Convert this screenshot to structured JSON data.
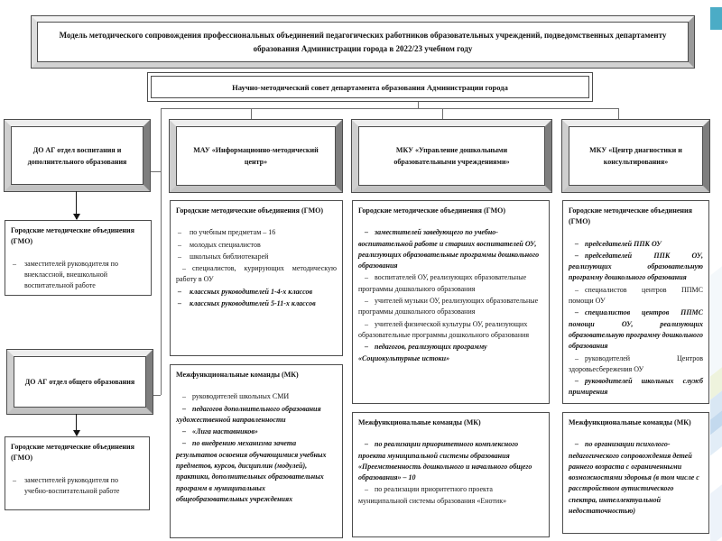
{
  "accent": {
    "teal_square": "#4BACC6"
  },
  "banner": {
    "title": "Модель методического сопровождения профессиональных объединений педагогических работников образовательных учреждений, подведомственных департаменту образования Администрации города в 2022/23 учебном году"
  },
  "council": {
    "title": "Научно-методический совет департамента образования Администрации города"
  },
  "col1": {
    "header_top": "ДО АГ отдел воспитания и дополнительного образования",
    "gmo_top": {
      "title": "Городские методические объединения (ГМО)",
      "items": [
        {
          "text": "заместителей руководителя по внеклассной, внешкольной воспитательной работе"
        }
      ]
    },
    "header_bottom": "ДО АГ отдел общего образования",
    "gmo_bottom": {
      "title": "Городские методические объединения (ГМО)",
      "items": [
        {
          "text": "заместителей руководителя по учебно-воспитательной работе"
        }
      ]
    }
  },
  "col2": {
    "header": "МАУ «Информационно-методический центр»",
    "gmo": {
      "title": "Городские методические объединения (ГМО)",
      "items": [
        {
          "text": "по учебным предметам – 16"
        },
        {
          "text": "молодых специалистов"
        },
        {
          "text": "школьных библиотекарей"
        },
        {
          "text": "специалистов, курирующих методическую работу в ОУ",
          "cls": "flow just"
        },
        {
          "text": "классных руководителей 1-4-х классов",
          "em": true
        },
        {
          "text": "классных руководителей 5-11-х классов",
          "em": true
        }
      ]
    },
    "mk": {
      "title": "Межфункциональные команды (МК)",
      "items": [
        {
          "text": "руководителей школьных СМИ"
        },
        {
          "text": "педагогов дополнительного образования художественной направленности",
          "em": true
        },
        {
          "text": "«Лига наставников»",
          "em": true
        },
        {
          "text": "по внедрению механизма зачета результатов освоения обучающимися учебных предметов, курсов, дисциплин (модулей), практики, дополнительных образовательных программ в муниципальных общеобразовательных учреждениях",
          "em": true
        }
      ]
    }
  },
  "col3": {
    "header": "МКУ «Управление дошкольными образовательными учреждениями»",
    "gmo": {
      "title": "Городские методические объединения (ГМО)",
      "items": [
        {
          "text": "заместителей заведующего по учебно-воспитательной работе и старших воспитателей ОУ, реализующих образовательные программы дошкольного образования",
          "em": true
        },
        {
          "text": "воспитателей ОУ, реализующих образовательные программы дошкольного образования"
        },
        {
          "text": "учителей музыки ОУ, реализующих образовательные программы дошкольного образования"
        },
        {
          "text": "учителей физической культуры ОУ, реализующих образовательные программы дошкольного образования"
        },
        {
          "text": "педагогов, реализующих программу «Социокультурные истоки»",
          "em": true
        }
      ]
    },
    "mk": {
      "title": "Межфункциональные команды (МК)",
      "items": [
        {
          "text": "по реализации приоритетного комплексного проекта муниципальной системы образования «Преемственность дошкольного и начального общего образования» – 10",
          "em": true
        },
        {
          "text": "по реализации приоритетного проекта муниципальной системы образования «Енотик»"
        }
      ]
    }
  },
  "col4": {
    "header": "МКУ «Центр диагностики и консультирования»",
    "gmo": {
      "title": "Городские методические объединения (ГМО)",
      "items": [
        {
          "text": "председателей ППК ОУ",
          "em": true
        },
        {
          "text": "председателей ППК ОУ, реализующих образовательную программу дошкольного образования",
          "em": true
        },
        {
          "text": "специалистов центров ППМС помощи ОУ"
        },
        {
          "text": "специалистов центров ППМС помощи ОУ, реализующих образовательную программу дошкольного образования",
          "em": true
        },
        {
          "text": "руководителей Центров здоровьесбережения ОУ"
        },
        {
          "text": "руководителей школьных служб примирения",
          "em": true
        }
      ]
    },
    "mk": {
      "title": "Межфункциональные команды (МК)",
      "items": [
        {
          "text": "по организации психолого-педагогического сопровождения детей раннего возраста с ограниченными возможностями здоровья (в том числе с расстройством аутистического спектра, интеллектуальной недостаточностью)",
          "em": true
        }
      ]
    }
  }
}
